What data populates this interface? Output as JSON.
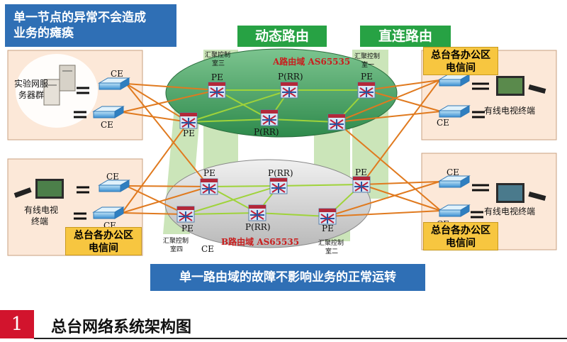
{
  "top_banner": {
    "line1": "单一节点的异常不会造成",
    "line2": "业务的瘫痪"
  },
  "bottom_banner": "单一路由域的故障不影响业务的正常运转",
  "tags": {
    "dynamic_routing": "动态路由",
    "direct_routing": "直连路由"
  },
  "domain_a": "A路由域  AS65535",
  "domain_b": "B路由域  AS65535",
  "aggregation_rooms": {
    "room3": [
      "汇聚控制",
      "室三"
    ],
    "room1": [
      "汇聚控制",
      "室一"
    ],
    "room4": [
      "汇聚控制",
      "室四"
    ],
    "room2": [
      "汇聚控制",
      "室二"
    ]
  },
  "site_top_left": {
    "server_label": [
      "实验网服",
      "务器群"
    ],
    "ce_upper": "CE",
    "ce_lower": "CE"
  },
  "site_bottom_left": {
    "tv_label": [
      "有线电视",
      "终端"
    ],
    "ce_upper": "CE",
    "ce_lower": "CE",
    "office": [
      "总台各办公区",
      "电信间"
    ]
  },
  "site_top_right": {
    "office": [
      "总台各办公区",
      "电信间"
    ],
    "ce_upper": "CE",
    "ce_lower": "CE",
    "tv_label": "有线电视终端"
  },
  "site_bottom_right": {
    "office": [
      "总台各办公区",
      "电信间"
    ],
    "ce_upper": "CE",
    "ce_lower": "CE",
    "tv_label": "有线电视终端"
  },
  "nodes": {
    "pe_a_room3": "PE",
    "p_rr_a_top": "P(RR)",
    "pe_a_room1": "PE",
    "pe_a_left": "PE",
    "p_rr_a_center": "P(RR)",
    "pe_b_room3": "PE",
    "p_rr_b_top": "P(RR)",
    "pe_b_room1": "PE",
    "pe_b_left": "PE",
    "p_rr_b_center": "P(RR)",
    "pe_b_room2": "PE",
    "ce_room4": "CE"
  },
  "caption": {
    "number": "1",
    "title": "总台网络系统架构图"
  },
  "colors": {
    "banner_blue": "#2f6fb5",
    "tag_green": "#27a244",
    "tag_yellow": "#f7c640",
    "link_orange": "#e07a1f",
    "link_green": "#9fd33a",
    "caption_red": "#d2142d",
    "domain_a_fill": "#3c9a5a",
    "domain_b_fill": "#c9c9c9"
  }
}
